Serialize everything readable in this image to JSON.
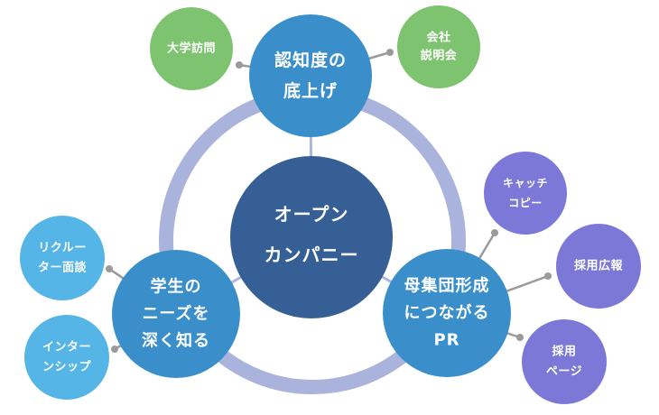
{
  "colors": {
    "ring": "#aab3db",
    "center": "#365f96",
    "pillar": "#3a8fcb",
    "satellite_green": "#7ec36f",
    "satellite_lightblue": "#54b5e6",
    "satellite_purple": "#7b78d8",
    "connector_center": "#a9b6dd",
    "connector_satellite": "#9a9a9a",
    "text": "#ffffff"
  },
  "center": {
    "id": "open-company",
    "lines": [
      "オープン",
      "カンパニー"
    ]
  },
  "pillars": [
    {
      "id": "awareness",
      "lines": [
        "認知度の",
        "底上げ"
      ],
      "satellites": [
        {
          "id": "university-visit",
          "lines": [
            "大学訪問"
          ],
          "color_key": "satellite_green"
        },
        {
          "id": "company-briefing",
          "lines": [
            "会社",
            "説明会"
          ],
          "color_key": "satellite_green"
        }
      ]
    },
    {
      "id": "student-needs",
      "lines": [
        "学生の",
        "ニーズを",
        "深く知る"
      ],
      "satellites": [
        {
          "id": "recruiter-interview",
          "lines": [
            "リクルー",
            "ター面談"
          ],
          "color_key": "satellite_lightblue"
        },
        {
          "id": "internship",
          "lines": [
            "インター",
            "ンシップ"
          ],
          "color_key": "satellite_lightblue"
        }
      ]
    },
    {
      "id": "population-pr",
      "lines": [
        "母集団形成",
        "につながる",
        "PR"
      ],
      "satellites": [
        {
          "id": "catch-copy",
          "lines": [
            "キャッチ",
            "コピー"
          ],
          "color_key": "satellite_purple"
        },
        {
          "id": "recruiting-pr",
          "lines": [
            "採用広報"
          ],
          "color_key": "satellite_purple"
        },
        {
          "id": "recruiting-page",
          "lines": [
            "採用",
            "ページ"
          ],
          "color_key": "satellite_purple"
        }
      ]
    }
  ]
}
